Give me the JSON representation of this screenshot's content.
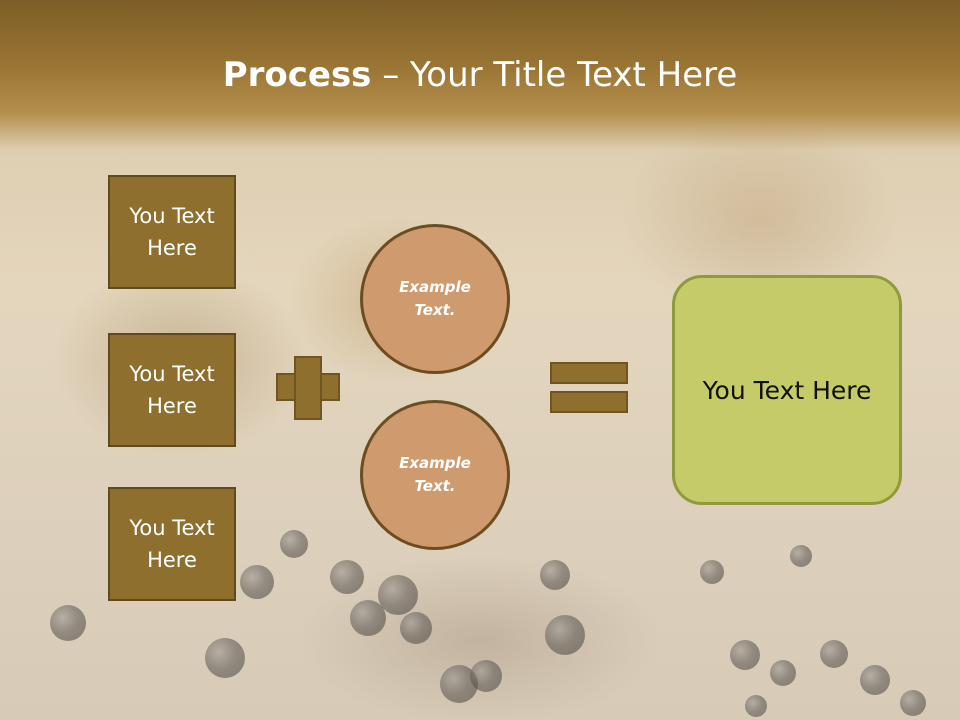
{
  "title": {
    "bold": "Process",
    "rest": " – Your Title Text Here"
  },
  "left_boxes": [
    {
      "label": "You Text Here"
    },
    {
      "label": "You Text Here"
    },
    {
      "label": "You Text Here"
    }
  ],
  "circles": [
    {
      "label": "Example Text."
    },
    {
      "label": "Example Text."
    }
  ],
  "result": {
    "label": "You Text Here"
  },
  "colors": {
    "header": "#8a6a2c",
    "box_fill": "#8e6f2e",
    "circle_fill": "#cf9a6e",
    "result_fill": "#c6cb6a"
  }
}
